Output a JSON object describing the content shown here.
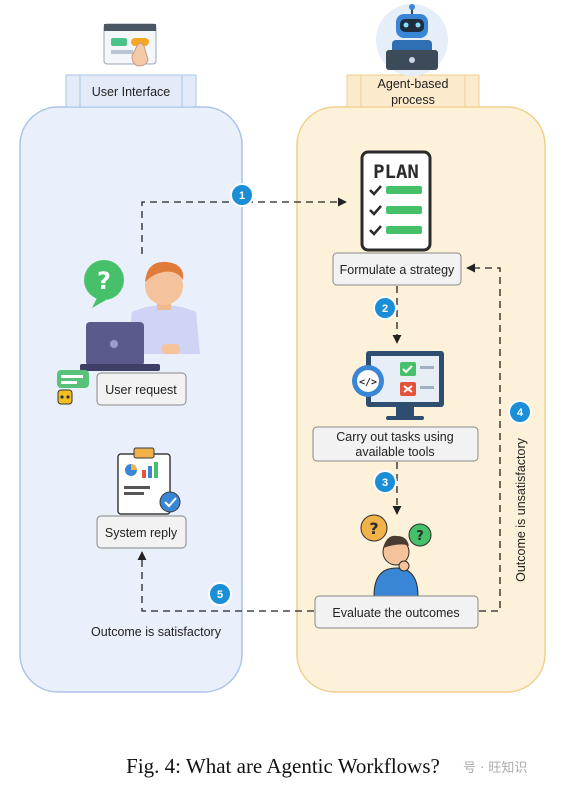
{
  "lanes": {
    "left_header": "User Interface",
    "right_header_line1": "Agent-based",
    "right_header_line2": "process"
  },
  "nodes": {
    "user_request": "User request",
    "system_reply": "System reply",
    "formulate": "Formulate a strategy",
    "carry_line1": "Carry out tasks using",
    "carry_line2": "available tools",
    "evaluate": "Evaluate the outcomes",
    "plan_title": "PLAN"
  },
  "steps": [
    "1",
    "2",
    "3",
    "4",
    "5"
  ],
  "edge_labels": {
    "satisfactory": "Outcome is satisfactory",
    "unsatisfactory": "Outcome is unsatisfactory"
  },
  "caption": "Fig. 4: What are Agentic Workflows?",
  "watermark": "号 · 旺知识",
  "colors": {
    "left_lane_fill": "#e9f0fb",
    "left_lane_stroke": "#a9c4e8",
    "right_lane_fill": "#fdf1da",
    "right_lane_stroke": "#f0cf8e",
    "step_badge": "#1a8fd8"
  }
}
